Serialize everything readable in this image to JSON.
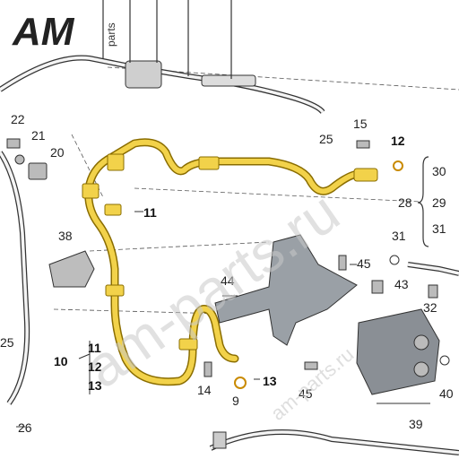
{
  "logo": {
    "text": "AM",
    "suffix": "parts"
  },
  "watermark": {
    "main": "am-parts.ru",
    "small": "am-parts.ru"
  },
  "labels": {
    "l9": "9",
    "l10": "10",
    "l11a": "11",
    "l11b": "11",
    "l12a": "12",
    "l12b": "12",
    "l13a": "13",
    "l13b": "13",
    "l14": "14",
    "l15": "15",
    "l20": "20",
    "l21": "21",
    "l22": "22",
    "l25a": "25",
    "l25b": "25",
    "l26": "26",
    "l28": "28",
    "l29": "29",
    "l30": "30",
    "l31a": "31",
    "l31b": "31",
    "l32": "32",
    "l38": "38",
    "l39": "39",
    "l40": "40",
    "l43": "43",
    "l44": "44",
    "l45a": "45",
    "l45b": "45"
  },
  "colors": {
    "highlight": "#f2b705",
    "pipe": "#f2d24a",
    "pipe_edge": "#8a6d00",
    "line": "#333333"
  }
}
